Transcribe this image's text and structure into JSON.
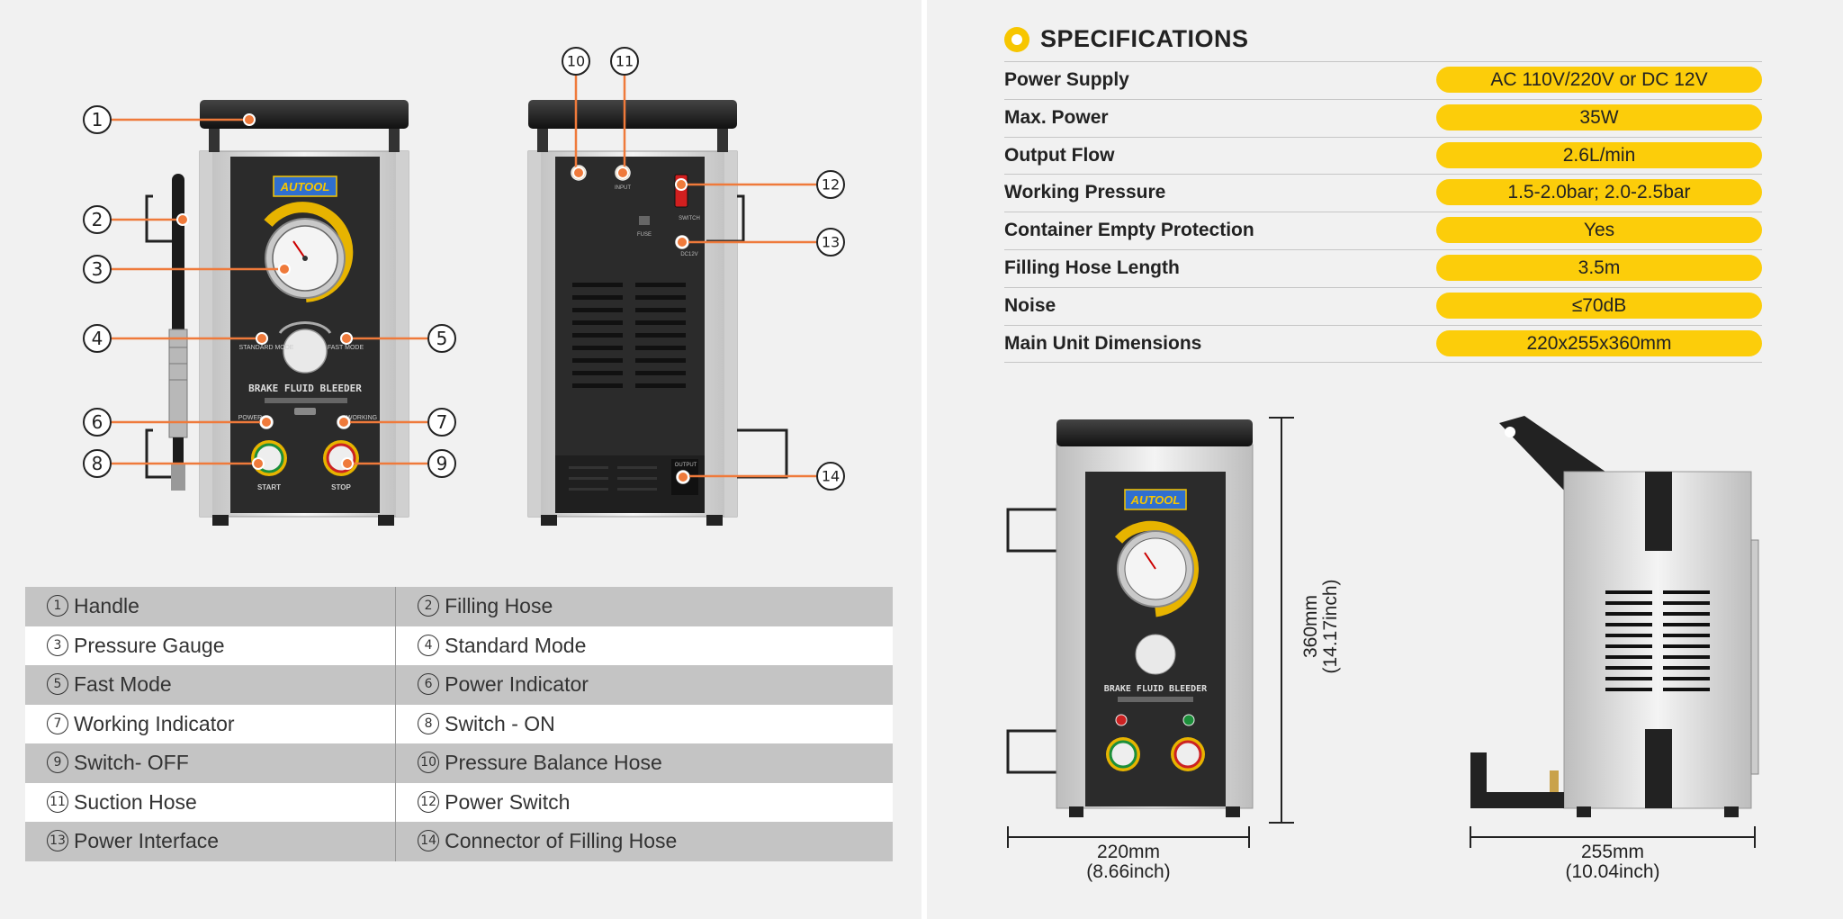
{
  "callouts": {
    "n1": "1",
    "n2": "2",
    "n3": "3",
    "n4": "4",
    "n5": "5",
    "n6": "6",
    "n7": "7",
    "n8": "8",
    "n9": "9",
    "n10": "10",
    "n11": "11",
    "n12": "12",
    "n13": "13",
    "n14": "14"
  },
  "front_unit": {
    "brand": "AUTOOL",
    "product_name": "BRAKE FLUID BLEEDER",
    "start_label": "START",
    "stop_label": "STOP"
  },
  "back_unit": {
    "input_label": "INPUT",
    "switch_label": "SWITCH",
    "fuse_label": "FUSE",
    "dc_label": "DC12V",
    "output_label": "OUTPUT"
  },
  "legend": [
    [
      "1",
      "Handle",
      "2",
      "Filling Hose"
    ],
    [
      "3",
      "Pressure Gauge",
      "4",
      "Standard Mode"
    ],
    [
      "5",
      "Fast Mode",
      "6",
      "Power Indicator"
    ],
    [
      "7",
      "Working Indicator",
      "8",
      "Switch - ON"
    ],
    [
      "9",
      "Switch- OFF",
      "10",
      "Pressure Balance Hose"
    ],
    [
      "11",
      "Suction Hose",
      "12",
      "Power Switch"
    ],
    [
      "13",
      "Power Interface",
      "14",
      "Connector of Filling Hose"
    ]
  ],
  "specifications": {
    "title": "SPECIFICATIONS",
    "rows": [
      {
        "label": "Power Supply",
        "value": "AC 110V/220V or DC 12V"
      },
      {
        "label": "Max. Power",
        "value": "35W"
      },
      {
        "label": "Output Flow",
        "value": "2.6L/min"
      },
      {
        "label": "Working Pressure",
        "value": "1.5-2.0bar; 2.0-2.5bar"
      },
      {
        "label": "Container Empty Protection",
        "value": "Yes"
      },
      {
        "label": "Filling Hose Length",
        "value": "3.5m"
      },
      {
        "label": "Noise",
        "value": "≤70dB"
      },
      {
        "label": "Main Unit Dimensions",
        "value": "220x255x360mm"
      }
    ]
  },
  "dimensions": {
    "width_mm": "220mm",
    "width_in": "(8.66inch)",
    "height_mm": "360mm",
    "height_in": "(14.17inch)",
    "depth_mm": "255mm",
    "depth_in": "(10.04inch)"
  },
  "colors": {
    "accent_yellow": "#fccd0a",
    "callout_orange": "#ef7a3b",
    "panel_dark": "#2b2b2b",
    "brand_blue": "#2f6fd0"
  }
}
